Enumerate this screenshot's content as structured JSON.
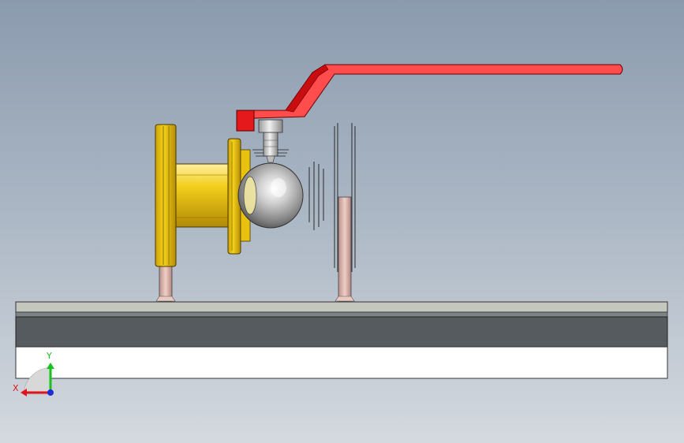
{
  "viewport": {
    "view_name": "Front"
  },
  "triad": {
    "x_label": "X",
    "y_label": "Y",
    "x_color": "#e0141c",
    "y_color": "#17c21f",
    "z_color": "#1f2bd6"
  },
  "model": {
    "parts": [
      "handle-icon",
      "stem-icon",
      "ball-icon",
      "body-flange-icon",
      "end-flange-icon",
      "seat-icon",
      "support-icon",
      "base-plate-icon"
    ],
    "colors": {
      "handle": "#ff4d4d",
      "brass": "#f2c300",
      "ball": "#c9c9c9",
      "base": "#545a5f"
    }
  }
}
